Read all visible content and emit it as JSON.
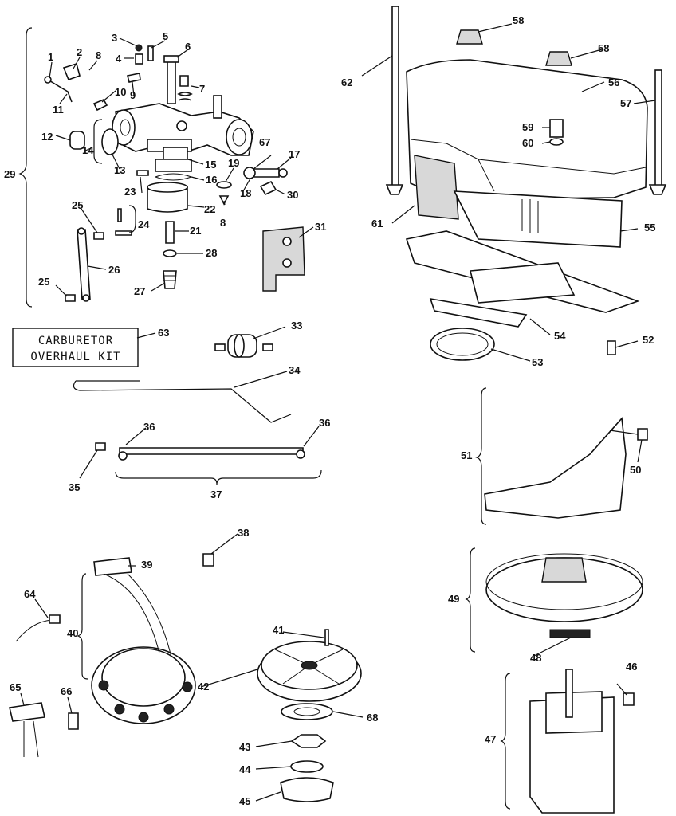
{
  "kit_box": {
    "line1": "CARBURETOR",
    "line2": "OVERHAUL  KIT"
  },
  "part_numbers": {
    "p1": "1",
    "p2": "2",
    "p3": "3",
    "p4": "4",
    "p5": "5",
    "p6": "6",
    "p7": "7",
    "p8a": "8",
    "p8b": "8",
    "p9": "9",
    "p10": "10",
    "p11": "11",
    "p12": "12",
    "p13": "13",
    "p14": "14",
    "p15": "15",
    "p16": "16",
    "p17": "17",
    "p18": "18",
    "p19": "19",
    "p21": "21",
    "p22": "22",
    "p23": "23",
    "p24": "24",
    "p25a": "25",
    "p25b": "25",
    "p26": "26",
    "p27": "27",
    "p28": "28",
    "p29": "29",
    "p30": "30",
    "p31": "31",
    "p33": "33",
    "p34": "34",
    "p35": "35",
    "p36a": "36",
    "p36b": "36",
    "p37": "37",
    "p38": "38",
    "p39": "39",
    "p40": "40",
    "p41": "41",
    "p42": "42",
    "p43": "43",
    "p44": "44",
    "p45": "45",
    "p46": "46",
    "p47": "47",
    "p48": "48",
    "p49": "49",
    "p50": "50",
    "p51": "51",
    "p52": "52",
    "p53": "53",
    "p54": "54",
    "p55": "55",
    "p56": "56",
    "p57": "57",
    "p58a": "58",
    "p58b": "58",
    "p59": "59",
    "p60": "60",
    "p61": "61",
    "p62": "62",
    "p63": "63",
    "p64": "64",
    "p65": "65",
    "p66": "66",
    "p67": "67",
    "p68": "68"
  }
}
